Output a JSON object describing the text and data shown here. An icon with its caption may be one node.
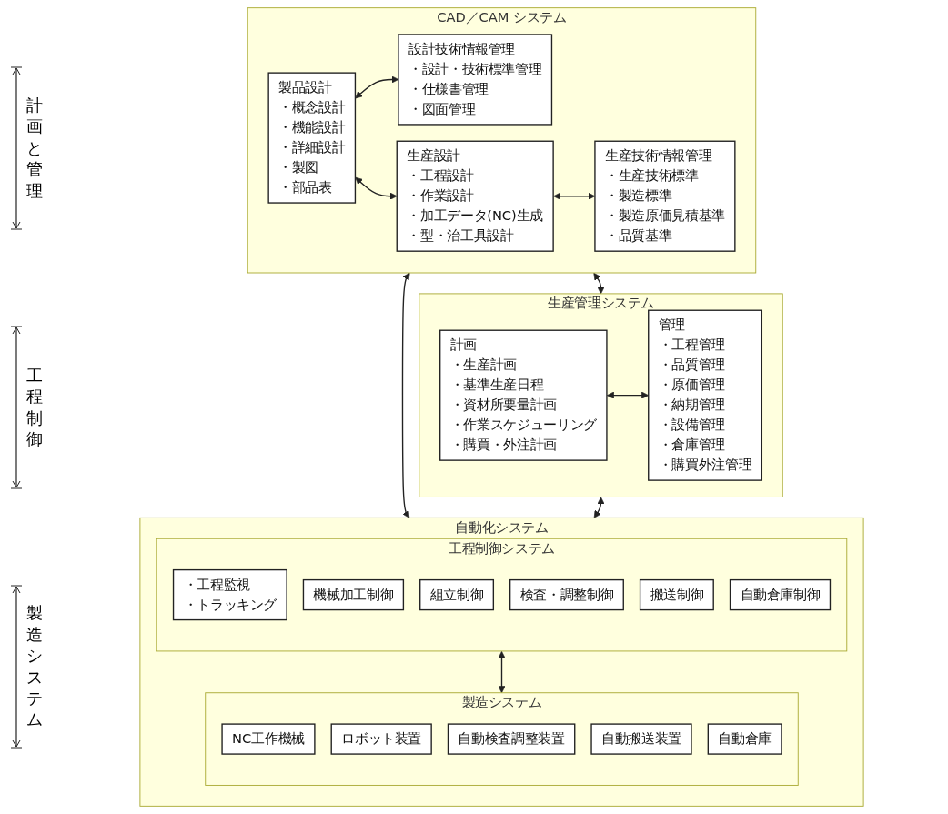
{
  "diagram": {
    "nodes": [
      {
        "text": [
          "CAD／CAM システム"
        ]
      },
      {
        "text": [
          "製品設計",
          "・概念設計",
          "・機能設計",
          "・詳細設計",
          "・製図",
          "・部品表"
        ],
        "in": 0
      },
      {
        "text": [
          "設計技術情報管理",
          "・設計・技術標準管理",
          "・仕様書管理",
          "・図面管理"
        ],
        "in": 0
      },
      {
        "text": [
          "生産設計",
          "・工程設計",
          "・作業設計",
          "・加工データ(NC)生成",
          "・型・治工具設計"
        ],
        "in": 0
      },
      {
        "text": [
          "生産技術情報管理",
          "・生産技術標準",
          "・製造標準",
          "・製造原価見積基準",
          "・品質基準"
        ],
        "in": 0
      },
      {
        "text": [
          "生産管理システム"
        ]
      },
      {
        "text": [
          "計画",
          "・生産計画",
          "・基準生産日程",
          "・資材所要量計画",
          "・作業スケジューリング",
          "・購買・外注計画"
        ],
        "in": 5
      },
      {
        "text": [
          "管理",
          "・工程管理",
          "・品質管理",
          "・原価管理",
          "・納期管理",
          "・設備管理",
          "・倉庫管理",
          "・購買外注管理"
        ],
        "in": 5
      },
      {
        "text": [
          "自動化システム"
        ]
      },
      {
        "text": [
          "工程制御システム"
        ],
        "in": 8
      },
      {
        "text": [
          "・工程監視",
          "・トラッキング"
        ],
        "in": 9
      },
      {
        "text": [
          "機械加工制御"
        ],
        "in": 9
      },
      {
        "text": [
          "組立制御"
        ],
        "in": 9
      },
      {
        "text": [
          "検査・調整制御"
        ],
        "in": 9
      },
      {
        "text": [
          "搬送制御"
        ],
        "in": 9
      },
      {
        "text": [
          "自動倉庫制御"
        ],
        "in": 9
      },
      {
        "text": [
          "製造システム"
        ],
        "in": 8
      },
      {
        "text": [
          "NC工作機械"
        ],
        "in": 16
      },
      {
        "text": [
          "ロボット装置"
        ],
        "in": 16
      },
      {
        "text": [
          "自動検査調整装置"
        ],
        "in": 16
      },
      {
        "text": [
          "自動搬送装置"
        ],
        "in": 16
      },
      {
        "text": [
          "自動倉庫"
        ],
        "in": 16
      }
    ],
    "edges": [
      {
        "from": 1,
        "to": 2,
        "arrow": "both"
      },
      {
        "from": 1,
        "to": 3,
        "arrow": "both"
      },
      {
        "from": 3,
        "to": 4,
        "arrow": "both"
      },
      {
        "from": 0,
        "to": 5,
        "arrow": "both"
      },
      {
        "from": 6,
        "to": 7,
        "arrow": "both"
      },
      {
        "from": 0,
        "to": 8,
        "arrow": "both"
      },
      {
        "from": 5,
        "to": 8,
        "arrow": "both"
      },
      {
        "from": 9,
        "to": 16,
        "arrow": "both"
      }
    ],
    "labels": [
      "計画と管理",
      "工程制御",
      "製造システム"
    ]
  }
}
